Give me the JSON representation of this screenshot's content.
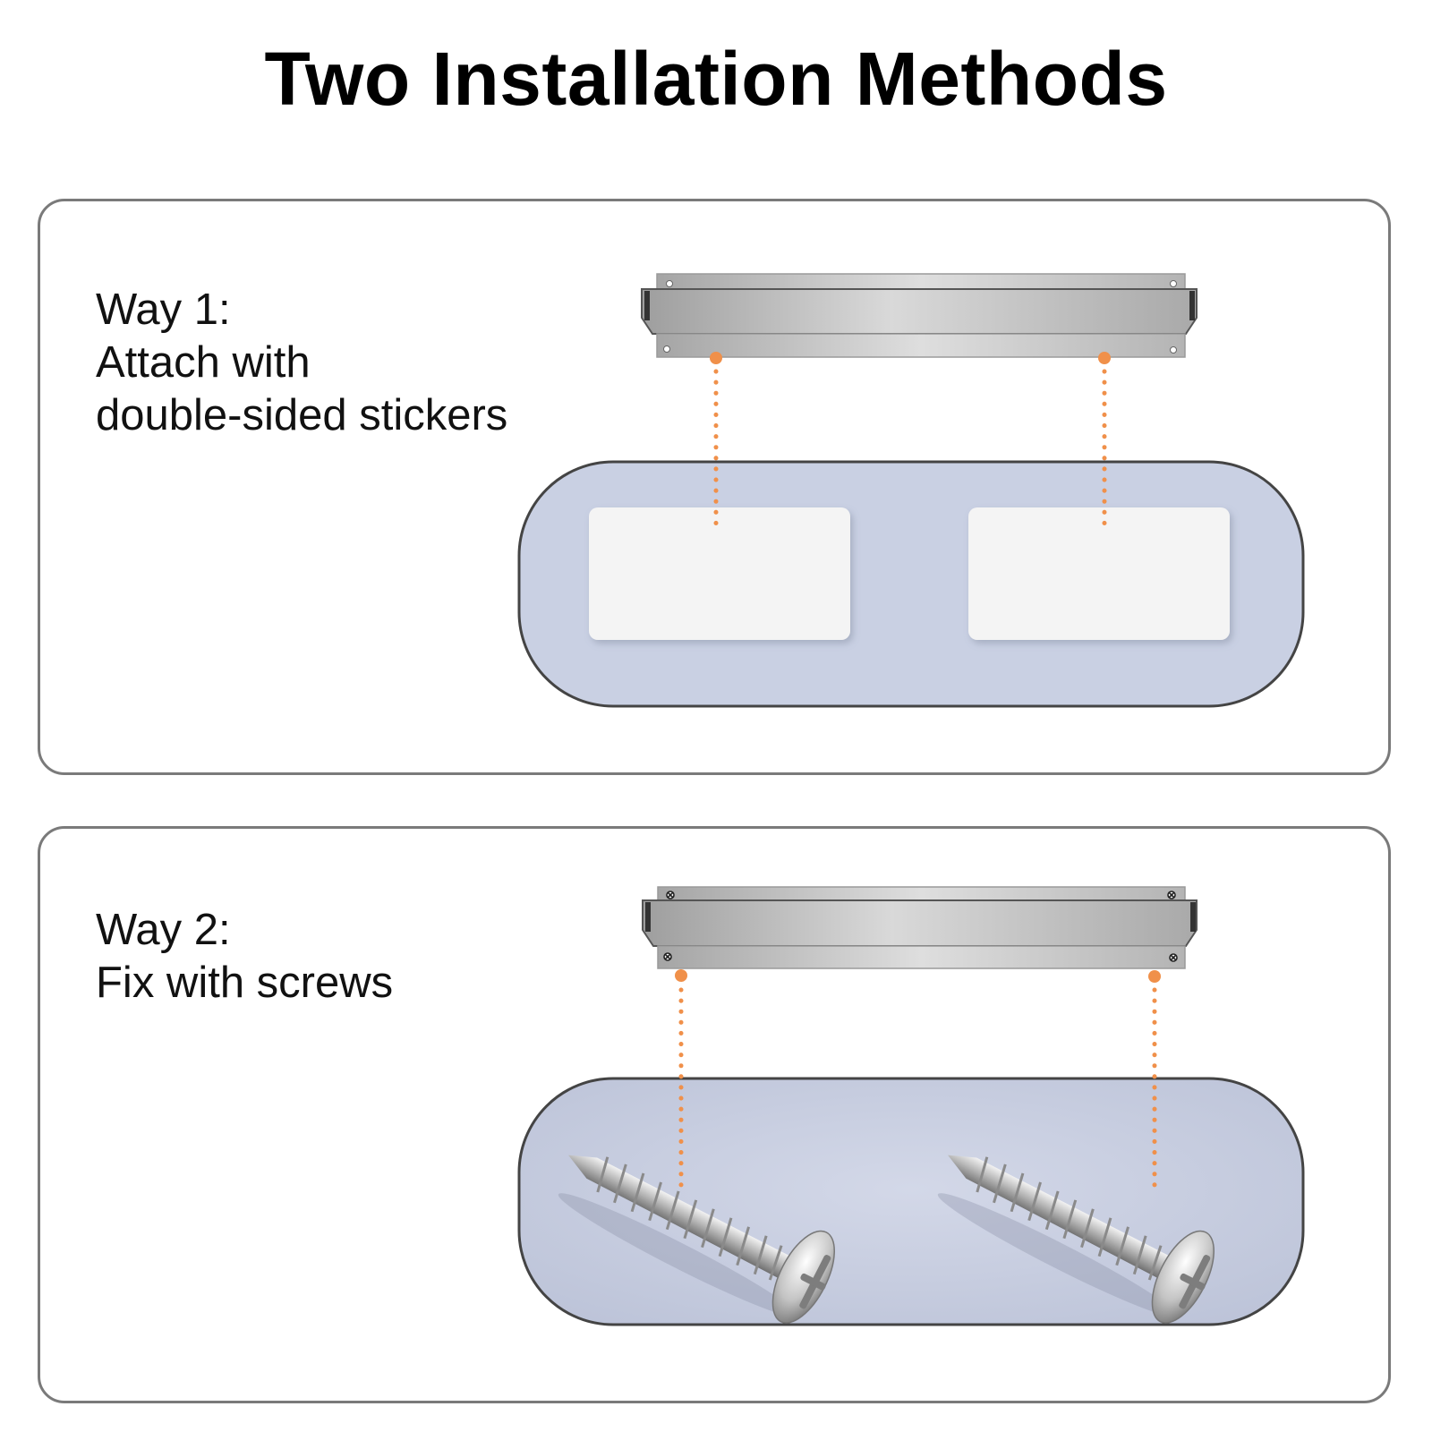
{
  "page": {
    "title": "Two Installation Methods"
  },
  "methods": [
    {
      "heading": "Way 1:",
      "lines": [
        "Attach with",
        "double-sided stickers"
      ],
      "fastener": "double-sided-sticker-icon",
      "fastener_count": 2
    },
    {
      "heading": "Way 2:",
      "lines": [
        "Fix with screws"
      ],
      "fastener": "screw-icon",
      "fastener_count": 2
    }
  ],
  "colors": {
    "accent_dots": "#f0904a",
    "backdrop": "#c9d0e3",
    "panel_border": "#7a7a7a",
    "rail_metal": "#b8b8b8"
  }
}
